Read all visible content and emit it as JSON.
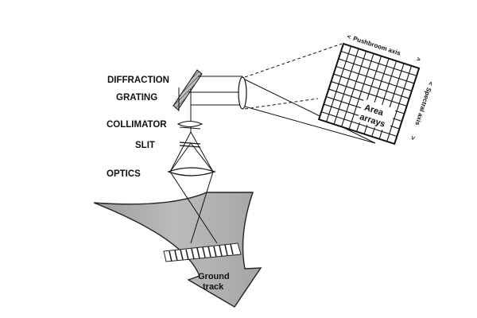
{
  "labels": {
    "diffraction": "DIFFRACTION",
    "grating": "GRATING",
    "collimator": "COLLIMATOR",
    "slit": "SLIT",
    "optics": "OPTICS"
  },
  "detector": {
    "pushbroom_axis": "Pushbroom axis",
    "spectral_axis": "Spectral axis",
    "area": "Area",
    "arrays": "arrays"
  },
  "ground": {
    "line1": "Ground",
    "line2": "track"
  }
}
